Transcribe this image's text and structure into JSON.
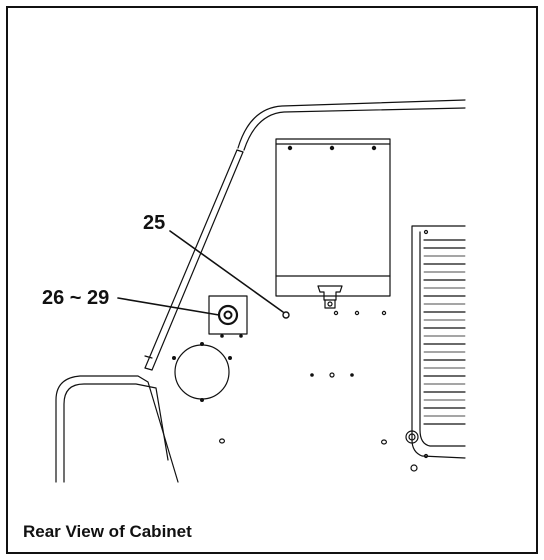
{
  "callouts": {
    "part_25": "25",
    "part_26_29": "26 ~ 29"
  },
  "caption": "Rear View of Cabinet",
  "colors": {
    "line": "#111111",
    "background": "#ffffff"
  }
}
